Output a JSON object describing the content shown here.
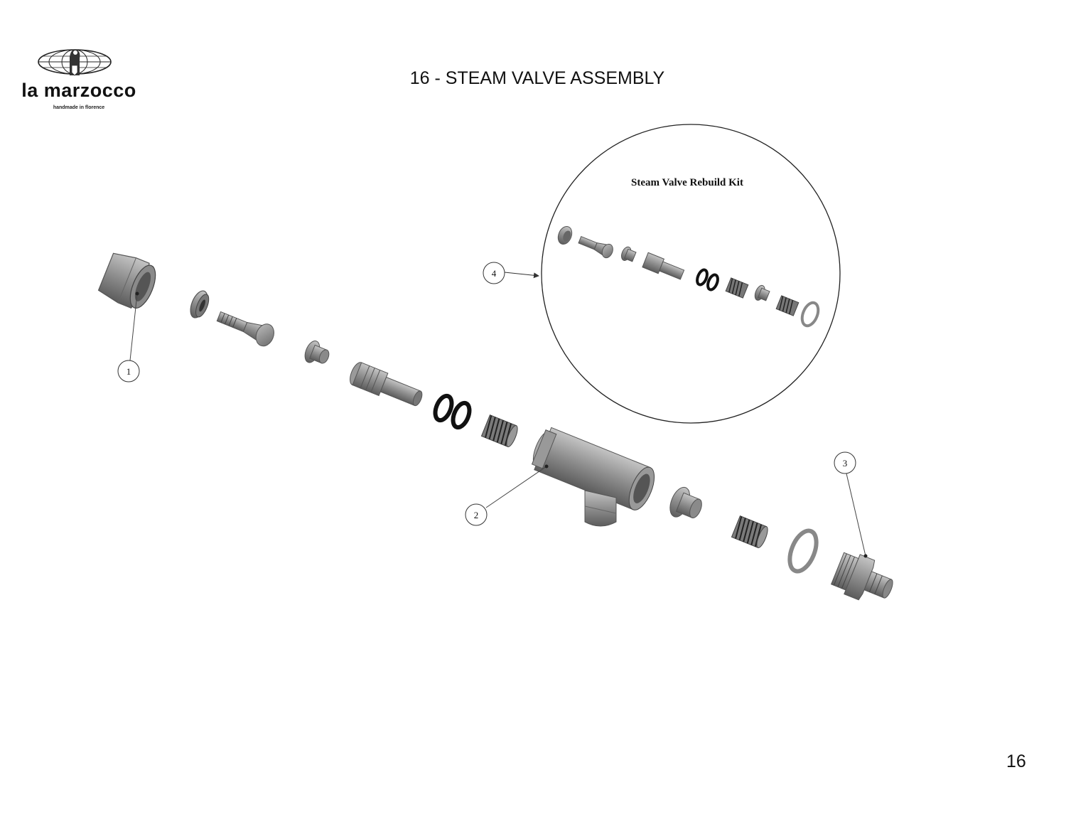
{
  "header": {
    "brand": "la marzocco",
    "tagline": "handmade in florence",
    "title": "16 - STEAM VALVE ASSEMBLY"
  },
  "inset": {
    "label": "Steam Valve Rebuild Kit"
  },
  "callouts": [
    "1",
    "2",
    "3",
    "4"
  ],
  "footer": {
    "page_number": "16"
  },
  "colors": {
    "part_fill": "#9a9a9a",
    "part_dark": "#5e5e5e",
    "line": "#444444"
  }
}
